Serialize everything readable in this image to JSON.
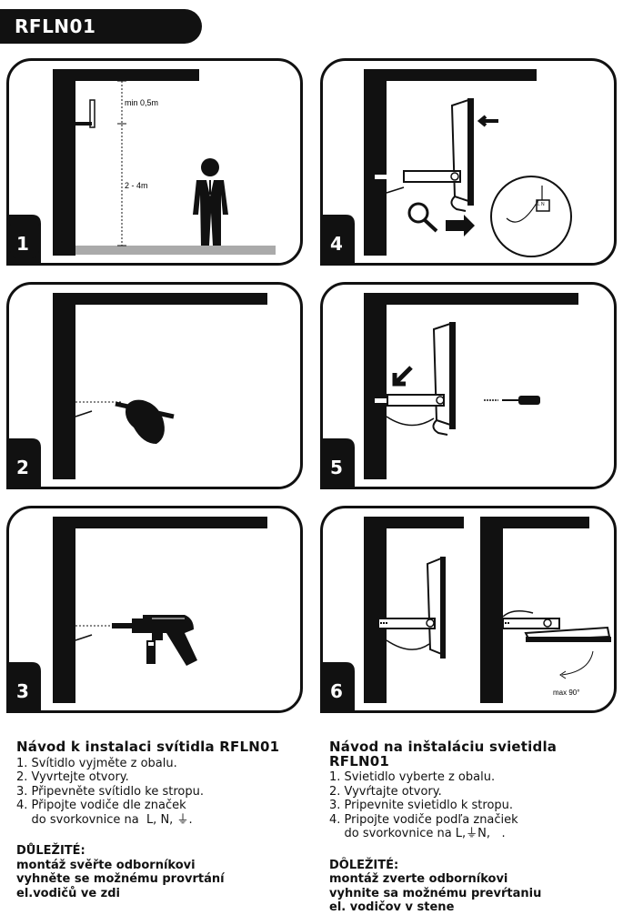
{
  "model_tag": "RFLN01",
  "panels": [
    {
      "num": "1",
      "label_top": "min 0,5m",
      "label_mid": "2 - 4m"
    },
    {
      "num": "2"
    },
    {
      "num": "3"
    },
    {
      "num": "4"
    },
    {
      "num": "5"
    },
    {
      "num": "6",
      "angle_label": "max 90°"
    }
  ],
  "cz": {
    "title": "Návod k instalaci svítidla  RFLN01",
    "steps": [
      "1. Svítidlo vyjměte z obalu.",
      "2. Vyvrtejte otvory.",
      "3. Připevněte svítidlo ke stropu.",
      "4. Připojte vodiče dle značek",
      "    do svorkovnice na  L, N, ⏚."
    ],
    "warning_head": "DŮLEŽITÉ:",
    "warning_lines": [
      "montáž svěřte odborníkovi",
      "vyhněte se možnému provrtání",
      "el.vodičů ve zdi"
    ]
  },
  "sk": {
    "title": "Návod na inštaláciu svietidla  RFLN01",
    "steps": [
      "1. Svietidlo vyberte z obalu.",
      "2. Vyvŕtajte otvory.",
      "3. Pripevnite svietidlo k stropu.",
      "4. Pripojte vodiče podľa značiek",
      "    do svorkovnice na L,⏚N,   ."
    ],
    "warning_head": "DÔLEŽITÉ:",
    "warning_lines": [
      "montáž zverte odborníkovi",
      "vyhnite sa možnému prevŕtaniu",
      "el. vodičov v stene"
    ]
  }
}
